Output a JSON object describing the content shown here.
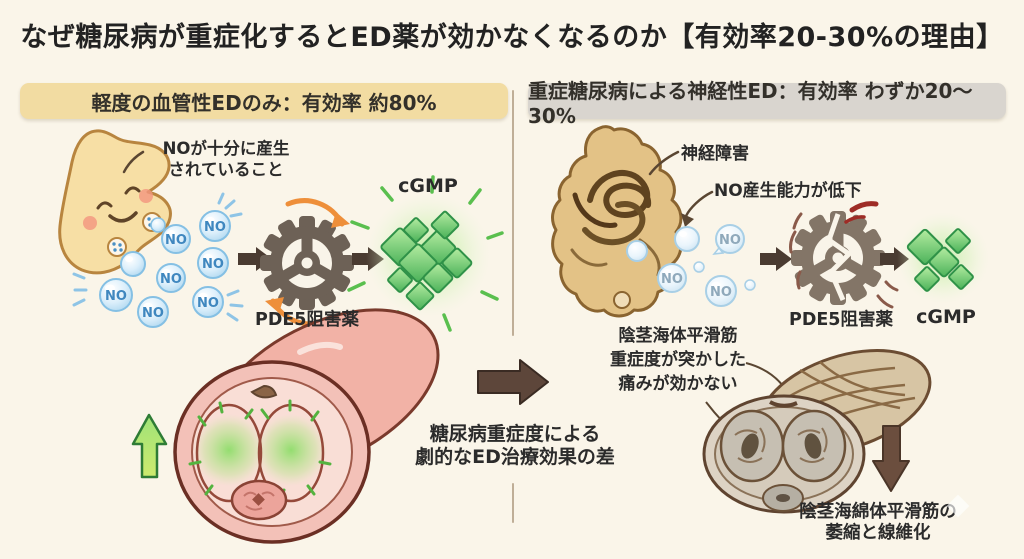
{
  "title": "なぜ糖尿病が重症化するとED薬が効かなくなるのか【有効率20-30%の理由】",
  "left_panel": {
    "header": "軽度の血管性EDのみ：有効率 約80%",
    "nerve_annotation_line1": "NOが十分に産生",
    "nerve_annotation_line2": "されていること",
    "no_label": "NO",
    "pde5_label": "PDE5阻害薬",
    "cgmp_label": "cGMP"
  },
  "right_panel": {
    "header": "重症糖尿病による神経性ED：有効率 わずか20〜30%",
    "nerve_annotation": "神経障害",
    "no_annotation": "NO産生能力が低下",
    "no_label": "NO",
    "pde5_label": "PDE5阻害薬",
    "cgmp_label": "cGMP",
    "muscle_annotation_line1": "陰茎海体平滑筋",
    "muscle_annotation_line2": "重症度が突かした",
    "muscle_annotation_line3": "痛みが効かない",
    "fibrosis_caption_line1": "陰茎海綿体平滑筋の",
    "fibrosis_caption_line2": "萎縮と線維化"
  },
  "center": {
    "caption_line1": "糖尿病重症度による",
    "caption_line2": "劇的なED治療効果の差"
  },
  "colors": {
    "background": "#faf5e9",
    "left_banner": "#f2dca2",
    "right_banner": "#d9d5cf",
    "no_bubble": "#bfe0f4",
    "cgmp_green": "#54b95f",
    "gear_gray": "#6d6156",
    "broken_gear_gray": "#837567",
    "healthy_pink": "#f3c1b8",
    "fibrotic_gray": "#d8d0c2",
    "center_arrow_brown": "#5d463a",
    "up_arrow_green": "#3aa94d",
    "down_arrow_brown": "#6b4e3e",
    "divider": "#bfae97"
  }
}
